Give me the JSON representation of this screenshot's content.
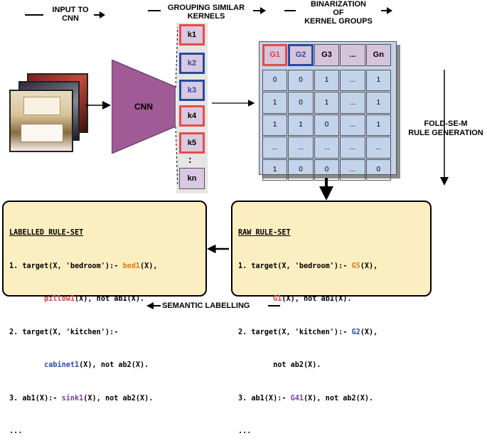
{
  "headers": {
    "input": [
      "INPUT TO",
      "CNN"
    ],
    "grouping": [
      "GROUPING SIMILAR",
      "KERNELS"
    ],
    "binarization": [
      "BINARIZATION",
      "OF",
      "KERNEL GROUPS"
    ]
  },
  "cnn_label": "CNN",
  "kernels": [
    {
      "label": "k1",
      "border": "red"
    },
    {
      "label": "k2",
      "border": "blue"
    },
    {
      "label": "k3",
      "border": "blue"
    },
    {
      "label": "k4",
      "border": "red"
    },
    {
      "label": "k5",
      "border": "red"
    },
    {
      "label": "kn",
      "border": "none"
    }
  ],
  "kernel_ellipsis": ":",
  "table": {
    "headers": [
      {
        "label": "G1",
        "border": "red"
      },
      {
        "label": "G2",
        "border": "blue"
      },
      {
        "label": "G3",
        "border": "none"
      },
      {
        "label": "...",
        "border": "none"
      },
      {
        "label": "Gn",
        "border": "none"
      }
    ],
    "rows": [
      [
        "0",
        "0",
        "1",
        "...",
        "1"
      ],
      [
        "1",
        "0",
        "1",
        "...",
        "1"
      ],
      [
        "1",
        "1",
        "0",
        "...",
        "1"
      ],
      [
        "...",
        "...",
        "...",
        "...",
        "..."
      ],
      [
        "1",
        "0",
        "0",
        "...",
        "0"
      ]
    ]
  },
  "fold_label": [
    "FOLD-SE-M",
    "RULE GENERATION"
  ],
  "raw_rules": {
    "title": "RAW RULE-SET",
    "lines": [
      [
        "1. target(X, 'bedroom'):- ",
        "G5",
        "(X),"
      ],
      [
        "        ",
        "G1",
        "(X), not ab1(X)."
      ],
      [
        "2. target(X, 'kitchen'):- ",
        "G2",
        "(X),"
      ],
      [
        "        not ab2(X)."
      ],
      [
        "3. ab1(X):- ",
        "G41",
        "(X), not ab2(X)."
      ],
      [
        "..."
      ]
    ]
  },
  "labelled_rules": {
    "title": "LABELLED RULE-SET",
    "lines": [
      [
        "1. target(X, 'bedroom'):- ",
        "bed1",
        "(X),"
      ],
      [
        "        ",
        "pillow1",
        "(X), not ab1(X)."
      ],
      [
        "2. target(X, 'kitchen'):-"
      ],
      [
        "        ",
        "cabinet1",
        "(X), not ab2(X)."
      ],
      [
        "3. ab1(X):- ",
        "sink1",
        "(X), not ab2(X)."
      ],
      [
        "..."
      ]
    ]
  },
  "semantic_label": "SEMANTIC LABELLING",
  "colors": {
    "red_border": "#e84a4a",
    "blue_border": "#2a4aa0",
    "kernel_fill": "#d9c8e0",
    "grid_fill": "#c3d3ea",
    "header_fill": "#d6c4da",
    "cnn_fill": "#a05a95",
    "rule_box_fill": "#fbeec0",
    "orange_text": "#e07a1a",
    "red_text": "#e53b3b",
    "blue_text": "#2a4aa8",
    "purple_text": "#7a3aa8"
  }
}
